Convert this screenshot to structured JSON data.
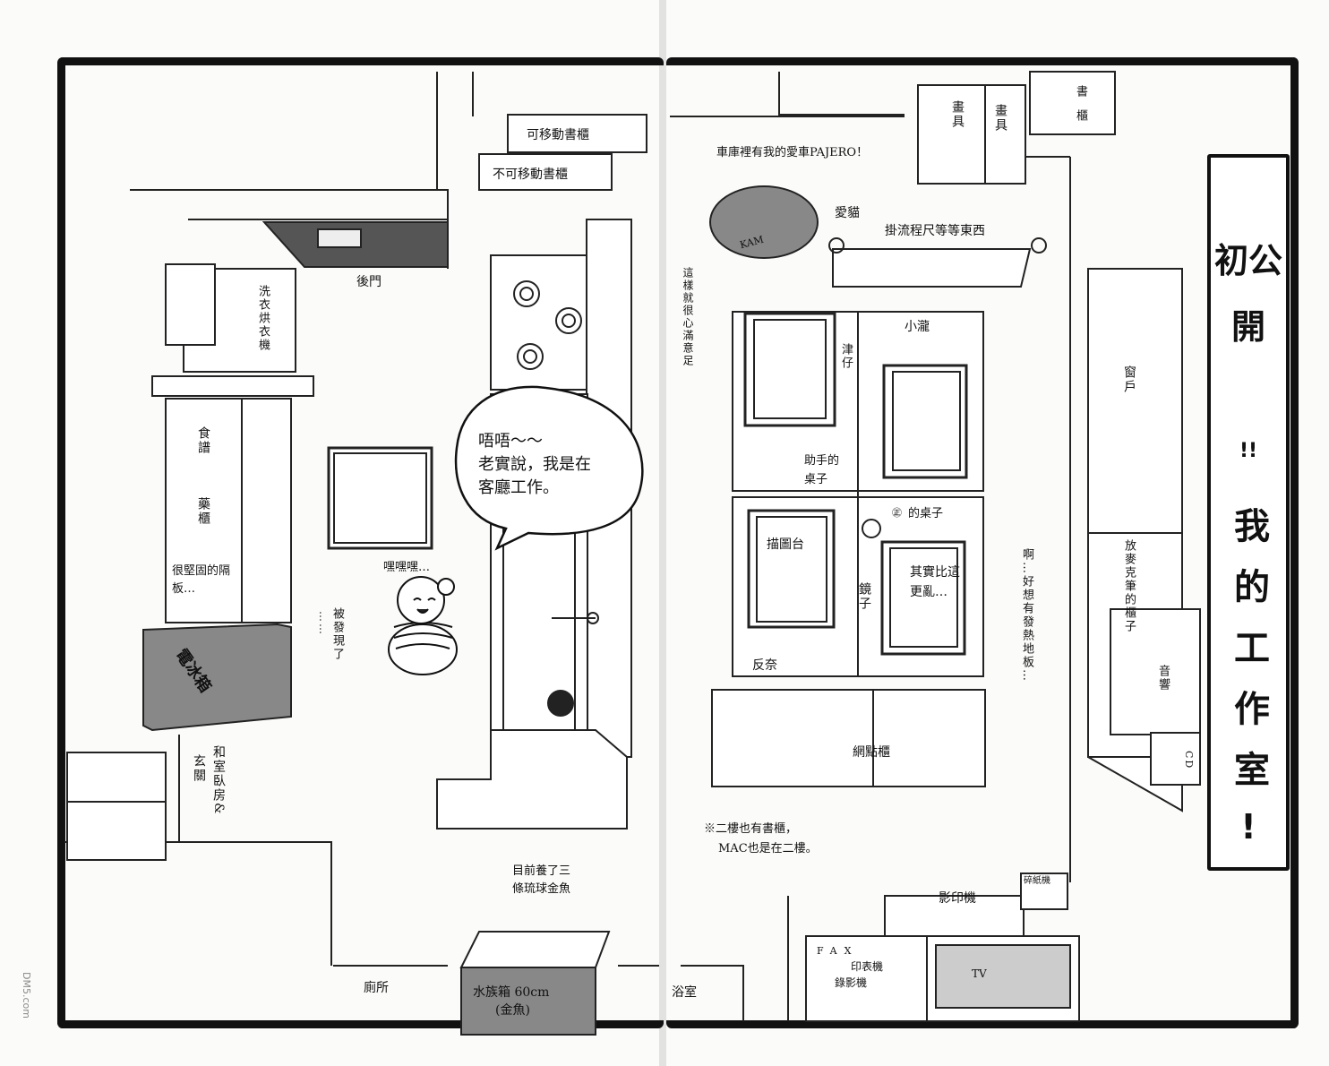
{
  "title": {
    "main": "初公開!!我的工作室!",
    "line1": "初公開",
    "line1_mark": "!!",
    "line2": "我的工作室",
    "line2_mark": "!"
  },
  "bubble": {
    "line1": "唔唔～～",
    "line2": "老實說，我是在",
    "line3": "客廳工作。"
  },
  "left_page": {
    "movable_shelf": "可移動書櫃",
    "fixed_shelf": "不可移動書櫃",
    "back_door": "後門",
    "washer_dryer": "洗衣烘衣機",
    "recipes": "食譜",
    "medicine_cabinet": "藥櫃",
    "partition_note": "很堅固的隔板…",
    "fridge": "電冰箱",
    "giggle": "嘿嘿嘿…",
    "caught": "被發現了",
    "dots": "……",
    "entrance": "玄關",
    "bedroom": "和室臥房&",
    "goldfish_note_line1": "目前養了三",
    "goldfish_note_line2": "條琉球金魚",
    "aquarium_line1": "水族箱 60cm",
    "aquarium_line2": "(金魚)",
    "toilet": "廁所"
  },
  "right_page": {
    "garage_note": "車庫裡有我的愛車PAJERO！",
    "art_supplies_1": "畫具",
    "art_supplies_2": "畫具",
    "bookshelf": "書櫃",
    "cat": "愛貓",
    "cat_tag": "KAM",
    "hanging_note": "掛流程尺等等東西",
    "satisfied_note": "這樣就很心滿意足",
    "xiaolong": "小瀧",
    "tsuzai": "津仔",
    "assistant_desk_line1": "助手的",
    "assistant_desk_line2": "桌子",
    "my_desk": "的桌子",
    "my_desk_mark": "㊣",
    "tracing_table": "描圖台",
    "messier_note": "其實比這更亂…",
    "mirror": "鏡子",
    "fannai": "反奈",
    "window": "窗戶",
    "floor_heat_note": "啊…好想有發熱地板…",
    "marker_shelf": "放麥克筆的櫃子",
    "audio": "音響",
    "cd": "CD",
    "tone_cabinet": "網點櫃",
    "second_floor_note_line1": "※二樓也有書櫃，",
    "second_floor_note_line2": "MAC也是在二樓。",
    "shredder": "碎紙機",
    "copier": "影印機",
    "fax": "FAX",
    "printer": "印表機",
    "vcr": "錄影機",
    "tv": "TV",
    "bathroom": "浴室"
  },
  "watermark": "DM5.com"
}
